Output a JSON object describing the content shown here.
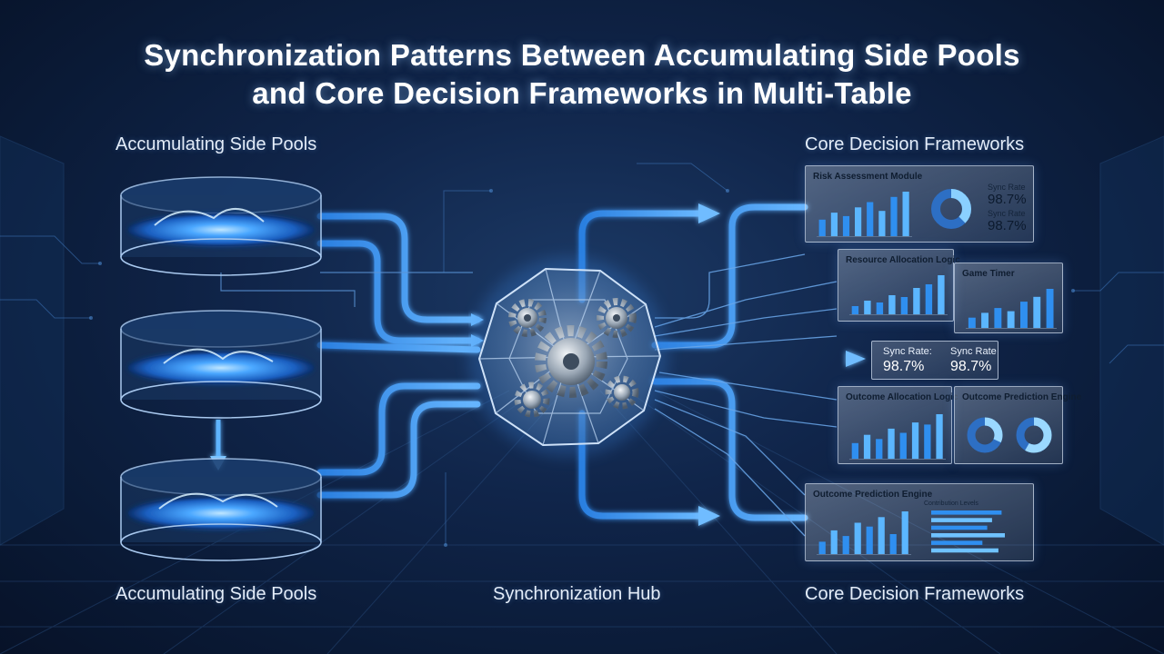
{
  "title_line1": "Synchronization Patterns Between Accumulating Side Pools",
  "title_line2": "and Core Decision Frameworks in Multi-Table",
  "labels": {
    "pools_top": "Accumulating Side Pools",
    "pools_bottom": "Accumulating Side Pools",
    "frameworks_top": "Core Decision Frameworks",
    "frameworks_bottom": "Core Decision Frameworks",
    "hub": "Synchronization Hub"
  },
  "panels": {
    "risk": {
      "title": "Risk Assessment Module",
      "sync_label_1": "Sync Rate",
      "sync_value_1": "98.7%",
      "sync_label_2": "Sync Rate",
      "sync_value_2": "98.7%"
    },
    "resource": {
      "title": "Resource Allocation Logic"
    },
    "timer": {
      "title": "Game Timer"
    },
    "sync_rate": {
      "label_1": "Sync Rate:",
      "value_1": "98.7%",
      "label_2": "Sync Rate",
      "value_2": "98.7%"
    },
    "outcome_alloc": {
      "title": "Outcome Allocation Logic"
    },
    "outcome_pred_small": {
      "title": "Outcome Prediction Engine"
    },
    "outcome_pred": {
      "title": "Outcome Prediction Engine",
      "subtitle": "Contribution Levels"
    }
  },
  "colors": {
    "accent": "#3fa2ff",
    "glow": "#8fd0ff",
    "background": "#0a1a36",
    "panel_bar": "#2f8ff0"
  }
}
